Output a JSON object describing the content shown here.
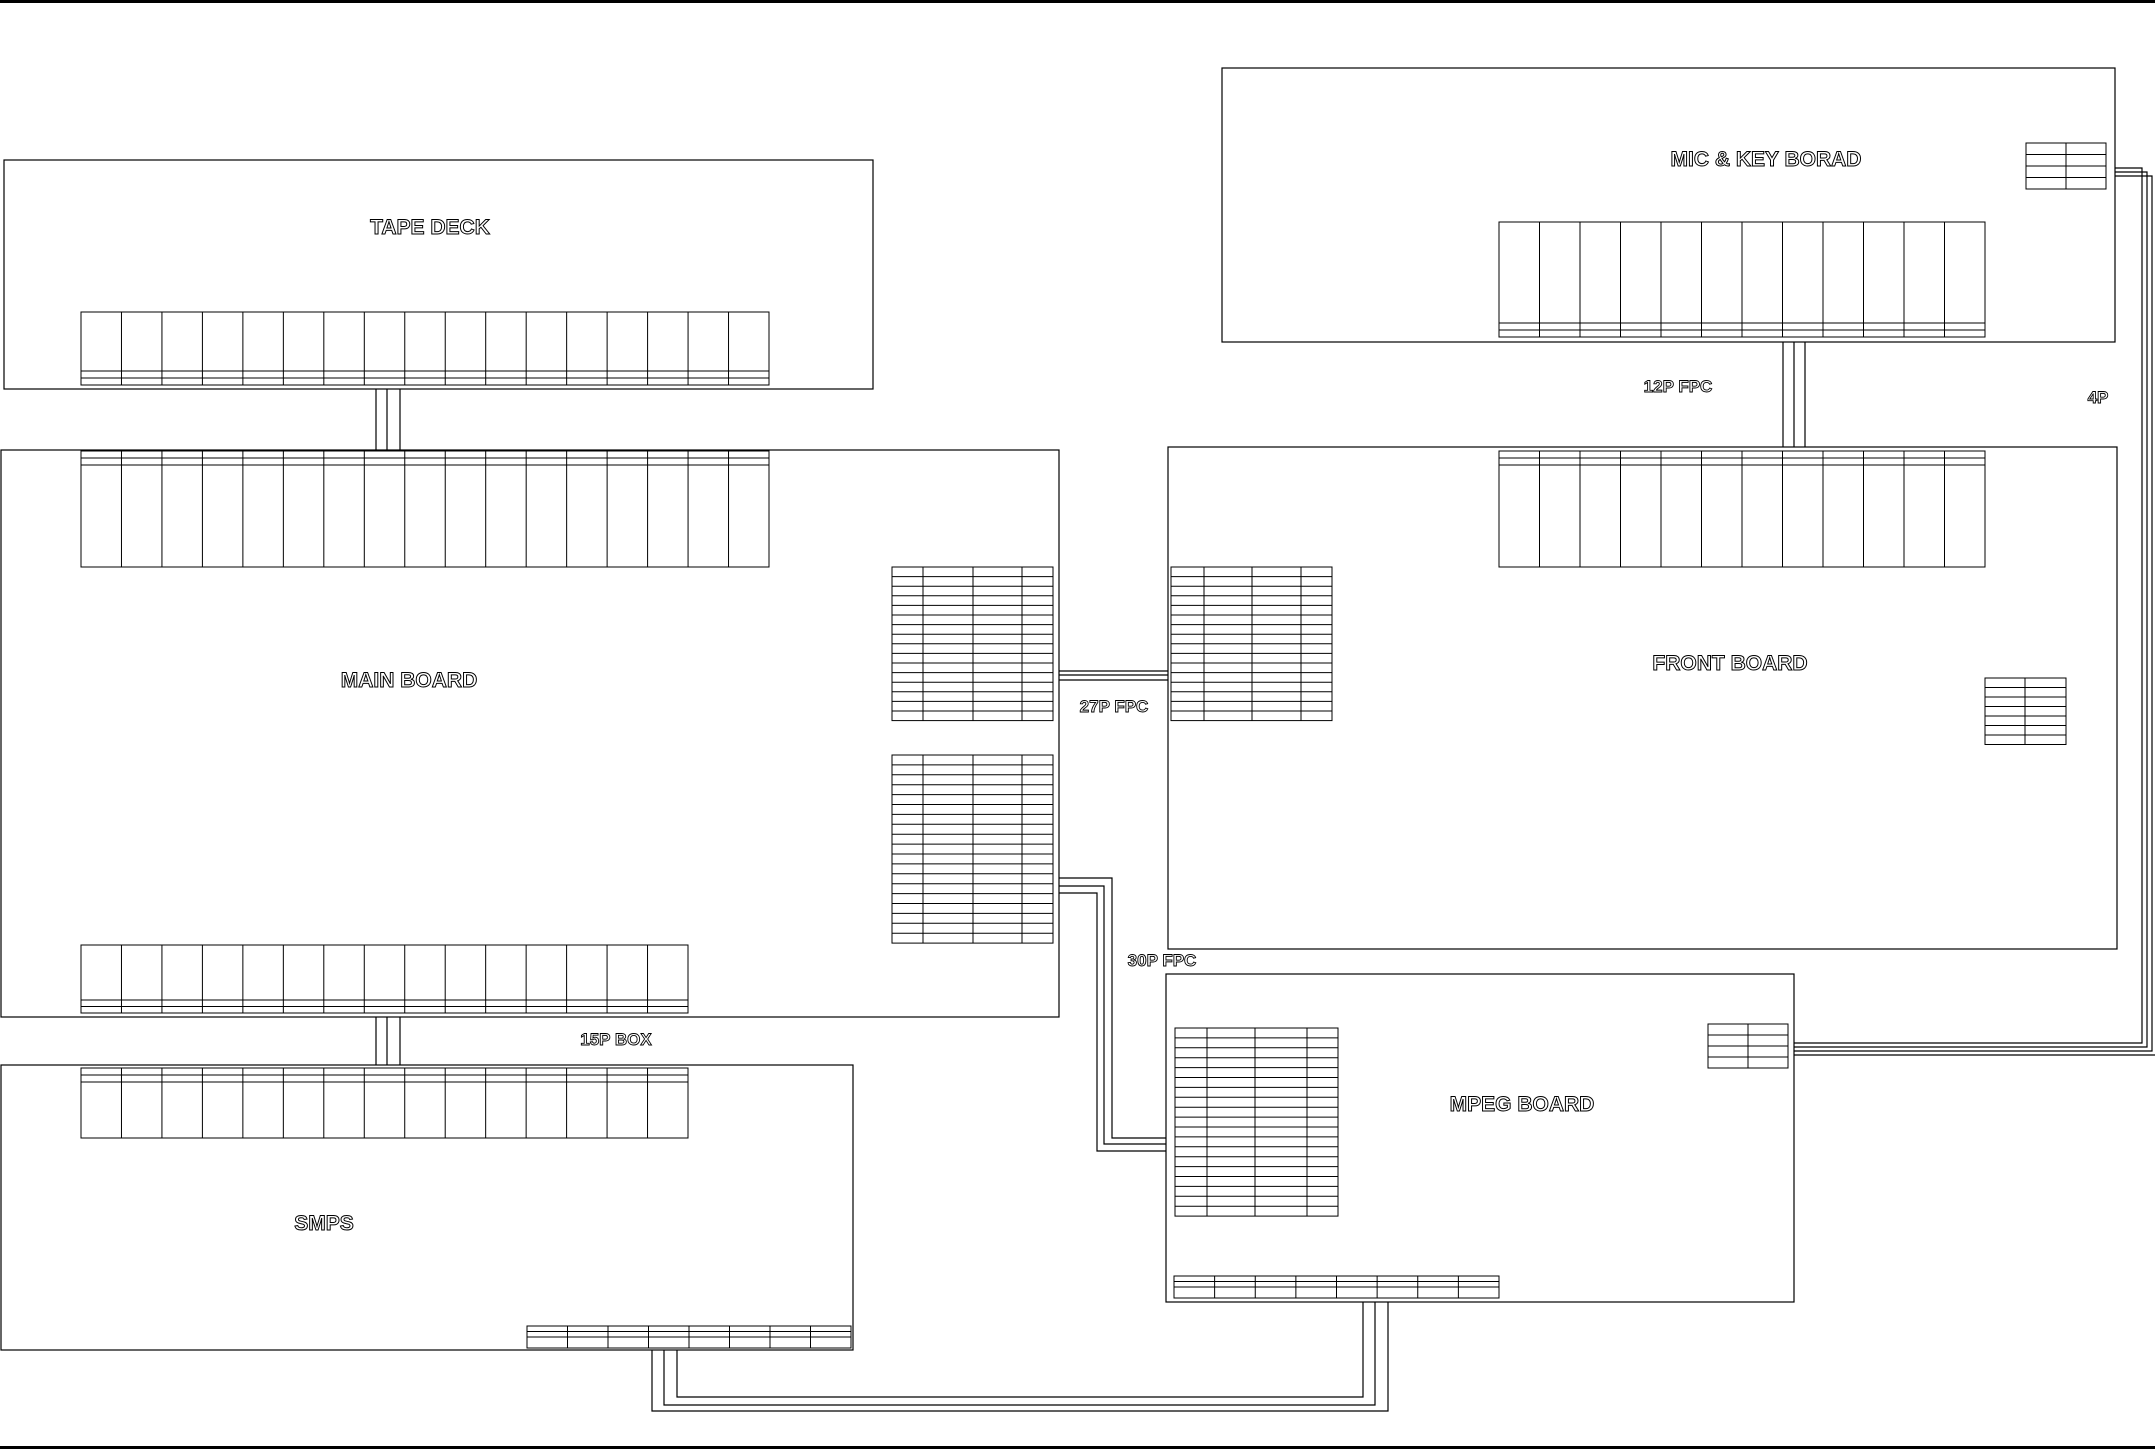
{
  "boards": {
    "tape_deck": "TAPE DECK",
    "main_board": "MAIN BOARD",
    "smps": "SMPS",
    "mic_key": "MIC & KEY BORAD",
    "front_board": "FRONT BOARD",
    "mpeg_board": "MPEG BOARD"
  },
  "connectors": {
    "fpc_12p": "12P FPC",
    "p4": "4P",
    "fpc_27p": "27P FPC",
    "fpc_30p": "30P FPC",
    "box_15p": "15P BOX"
  }
}
